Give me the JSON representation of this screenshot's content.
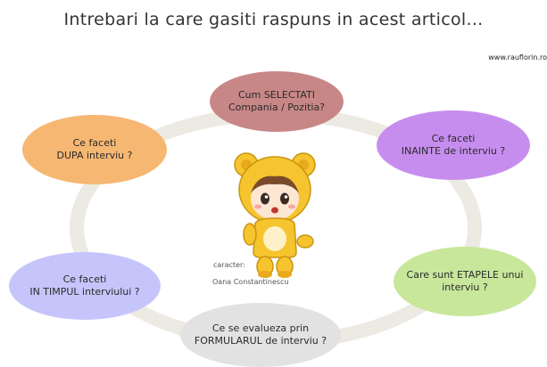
{
  "title": "Intrebari la care gasiti raspuns in acest articol...",
  "website": "www.rauflorin.ro",
  "credit": {
    "label": "caracter:",
    "name": "Oana Constantinescu"
  },
  "center_image": "bear-costume-character",
  "bubbles": [
    {
      "line1": "Cum SELECTATI",
      "line2": "Compania / Pozitia?",
      "color": "#c88787"
    },
    {
      "line1": "Ce faceti",
      "line2": "INAINTE de interviu ?",
      "color": "#c78dee"
    },
    {
      "line1": "Ce faceti",
      "line2": "DUPA interviu ?",
      "color": "#f6b772"
    },
    {
      "line1": "Ce faceti",
      "line2": "IN TIMPUL interviului ?",
      "color": "#c6c5fb"
    },
    {
      "line1": "Care sunt ETAPELE unui",
      "line2": "interviu ?",
      "color": "#c8e79b"
    },
    {
      "line1": "Ce se evalueza prin",
      "line2": "FORMULARUL de interviu ?",
      "color": "#e2e2e2"
    }
  ],
  "ring_color": "#eceae2"
}
